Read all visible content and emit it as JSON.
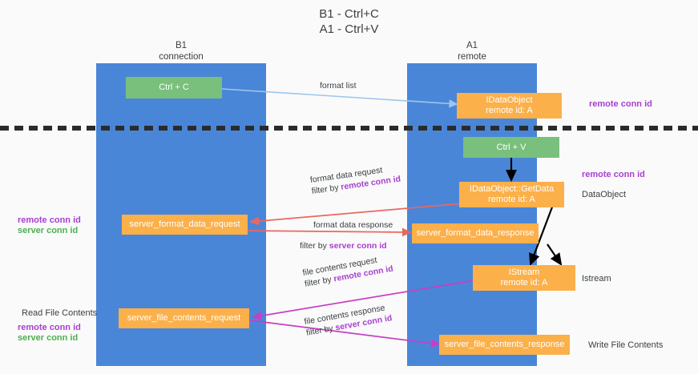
{
  "title": {
    "line1": "B1 - Ctrl+C",
    "line2": "A1 - Ctrl+V"
  },
  "columns": [
    {
      "name": "B1",
      "sub": "connection"
    },
    {
      "name": "A1",
      "sub": "remote"
    }
  ],
  "nodes": [
    {
      "id": "ctrl-c",
      "line1": "Ctrl + C",
      "line2": "",
      "color": "#78c07c"
    },
    {
      "id": "idataobject",
      "line1": "IDataObject",
      "line2": "remote id: A",
      "color": "#fbb04a"
    },
    {
      "id": "ctrl-v",
      "line1": "Ctrl + V",
      "line2": "",
      "color": "#78c07c"
    },
    {
      "id": "idataobject-getdata",
      "line1": "IDataObject::GetData",
      "line2": "remote id: A",
      "color": "#fbb04a"
    },
    {
      "id": "server-format-data-request",
      "line1": "server_format_data_request",
      "line2": "",
      "color": "#fbb04a"
    },
    {
      "id": "server-format-data-response",
      "line1": "server_format_data_response",
      "line2": "",
      "color": "#fbb04a"
    },
    {
      "id": "istream",
      "line1": "IStream",
      "line2": "remote id: A",
      "color": "#fbb04a"
    },
    {
      "id": "server-file-contents-request",
      "line1": "server_file_contents_request",
      "line2": "",
      "color": "#fbb04a"
    },
    {
      "id": "server-file-contents-response",
      "line1": "server_file_contents_response",
      "line2": "",
      "color": "#fbb04a"
    }
  ],
  "flows": [
    {
      "id": "format-list",
      "line1": "format list",
      "line2_prefix": "",
      "line2_highlight": ""
    },
    {
      "id": "format-data-request",
      "line1": "format data request",
      "line2_prefix": "filter by ",
      "line2_highlight": "remote conn id"
    },
    {
      "id": "format-data-response",
      "line1": "format data response",
      "line2_prefix": "filter by ",
      "line2_highlight": "server conn id"
    },
    {
      "id": "file-contents-request",
      "line1": "file contents request",
      "line2_prefix": "filter by ",
      "line2_highlight": "remote conn id"
    },
    {
      "id": "file-contents-response",
      "line1": "file contents response",
      "line2_prefix": "filter by ",
      "line2_highlight": "server conn id"
    }
  ],
  "side_labels": {
    "right_remote_conn_id_top": "remote conn id",
    "right_remote_conn_id_mid": "remote conn id",
    "right_dataobject": "DataObject",
    "right_istream": "Istream",
    "right_write_file_contents": "Write File Contents",
    "left_read_file_contents": "Read File Contents",
    "left_remote_conn_id_a": "remote conn id",
    "left_server_conn_id_a": "server conn id",
    "left_remote_conn_id_b": "remote conn id",
    "left_server_conn_id_b": "server conn id"
  },
  "colors": {
    "lane": "#4a86d8",
    "green_node": "#78c07c",
    "orange_node": "#fbb04a",
    "purple_text": "#a83fd0",
    "green_text": "#4caf50",
    "arrow_blue": "#9ec6ee",
    "arrow_red": "#e8685f",
    "arrow_magenta": "#c63fc6",
    "arrow_black": "#000000",
    "divider": "#2b2b2b",
    "background": "#fafafa"
  }
}
